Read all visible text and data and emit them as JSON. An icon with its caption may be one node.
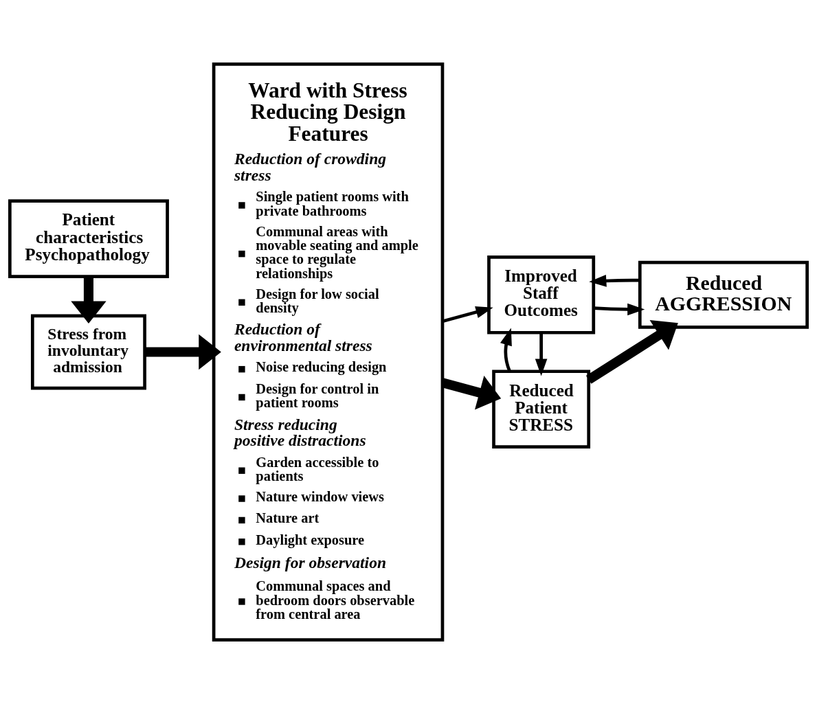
{
  "diagram": {
    "nodes": [
      {
        "text": [
          "Patient characteristics",
          "Psychopathology"
        ]
      },
      {
        "text": [
          "Stress from involuntary admission"
        ]
      },
      {
        "text": [
          "Ward with Stress Reducing Design Features",
          "Reduction of crowding stress",
          "Single patient rooms with private bathrooms",
          "Communal areas with movable seating and ample space to regulate relationships",
          "Design for low social density",
          "Reduction of environmental stress",
          "Noise reducing design",
          "Design for control in patient rooms",
          "Stress reducing positive distractions",
          "Garden accessible to patients",
          "Nature window views",
          "Nature art",
          "Daylight exposure",
          "Design for observation",
          "Communal spaces and bedroom doors observable from central area"
        ]
      },
      {
        "text": [
          "Reduced Patient STRESS"
        ]
      },
      {
        "text": [
          "Reduced AGGRESSION"
        ]
      },
      {
        "text": [
          "Improved Staff Outcomes"
        ]
      }
    ],
    "edges": [
      {
        "from": 0,
        "to": 1,
        "arrow": "to",
        "style": "thick"
      },
      {
        "from": 1,
        "to": 2,
        "arrow": "to",
        "style": "thick"
      },
      {
        "from": 2,
        "to": 3,
        "arrow": "to",
        "style": "thick"
      },
      {
        "from": 3,
        "to": 4,
        "arrow": "to",
        "style": "thick"
      },
      {
        "from": 2,
        "to": 5,
        "arrow": "to"
      },
      {
        "from": 5,
        "to": 3,
        "arrow": "to"
      },
      {
        "from": 3,
        "to": 5,
        "arrow": "to"
      },
      {
        "from": 5,
        "to": 4,
        "arrow": "to"
      },
      {
        "from": 4,
        "to": 5,
        "arrow": "to"
      }
    ]
  }
}
